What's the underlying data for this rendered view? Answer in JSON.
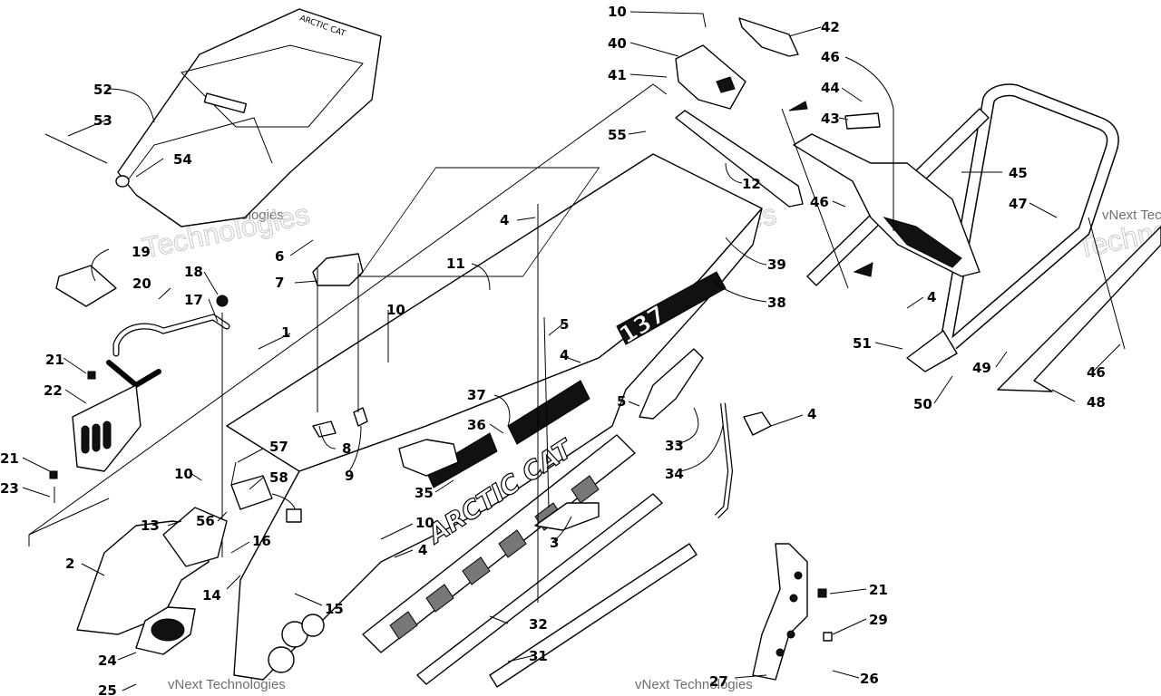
{
  "callouts": [
    "1",
    "2",
    "3",
    "4",
    "5",
    "6",
    "7",
    "8",
    "9",
    "10",
    "11",
    "12",
    "13",
    "14",
    "15",
    "16",
    "17",
    "18",
    "19",
    "20",
    "21",
    "22",
    "23",
    "24",
    "25",
    "26",
    "27",
    "29",
    "31",
    "32",
    "33",
    "34",
    "35",
    "36",
    "37",
    "38",
    "39",
    "40",
    "41",
    "42",
    "43",
    "44",
    "45",
    "46",
    "47",
    "48",
    "49",
    "50",
    "51",
    "52",
    "53",
    "54",
    "55",
    "56",
    "57",
    "58"
  ],
  "decal_text": {
    "model_number": "137",
    "brand_side": "ARCTIC CAT",
    "seat_logo": "ARCTIC CAT"
  },
  "watermark": {
    "line1": "vNext Technologies",
    "line2": "Technologies"
  }
}
